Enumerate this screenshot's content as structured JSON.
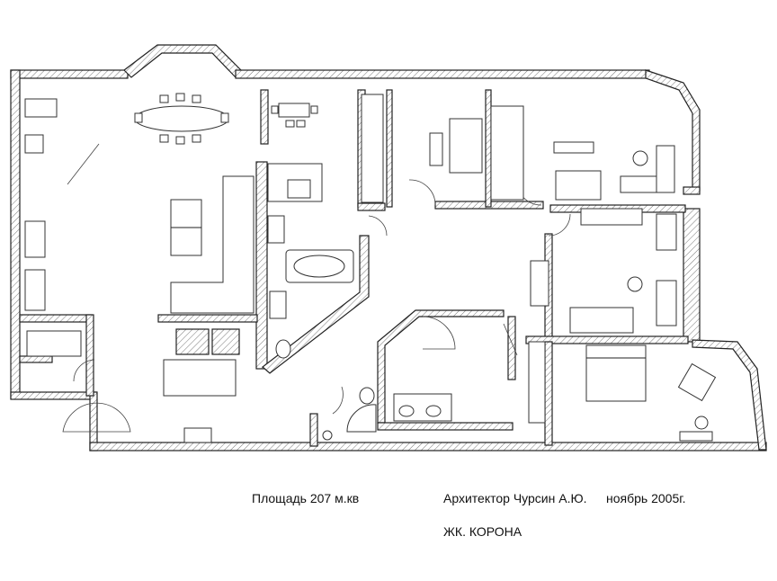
{
  "plan": {
    "area_label": "Площадь 207 м.кв",
    "architect_label": "Архитектор Чурсин А.Ю.",
    "date_label": "ноябрь 2005г.",
    "project_label": "ЖК. КОРОНА"
  }
}
